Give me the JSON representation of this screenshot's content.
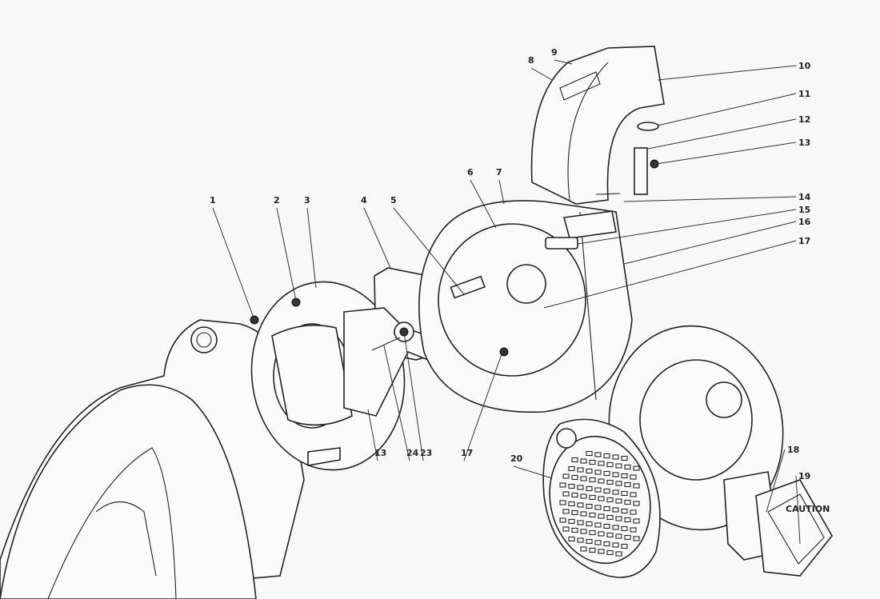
{
  "callouts": [
    {
      "id": "c1",
      "text": "1"
    },
    {
      "id": "c2",
      "text": "2"
    },
    {
      "id": "c3",
      "text": "3"
    },
    {
      "id": "c4",
      "text": "4"
    },
    {
      "id": "c5",
      "text": "5"
    },
    {
      "id": "c6",
      "text": "6"
    },
    {
      "id": "c7",
      "text": "7"
    },
    {
      "id": "c8",
      "text": "8"
    },
    {
      "id": "c9",
      "text": "9"
    },
    {
      "id": "c10",
      "text": "10"
    },
    {
      "id": "c11",
      "text": "11"
    },
    {
      "id": "c12",
      "text": "12"
    },
    {
      "id": "c13a",
      "text": "13"
    },
    {
      "id": "c14",
      "text": "14"
    },
    {
      "id": "c15",
      "text": "15"
    },
    {
      "id": "c16",
      "text": "16"
    },
    {
      "id": "c17a",
      "text": "17"
    },
    {
      "id": "c13b",
      "text": "13"
    },
    {
      "id": "c24",
      "text": "24"
    },
    {
      "id": "c23",
      "text": "23"
    },
    {
      "id": "c17b",
      "text": "17"
    },
    {
      "id": "c20",
      "text": "20"
    },
    {
      "id": "c18",
      "text": "18"
    },
    {
      "id": "c19",
      "text": "19"
    }
  ],
  "decal_text": "CAUTION"
}
